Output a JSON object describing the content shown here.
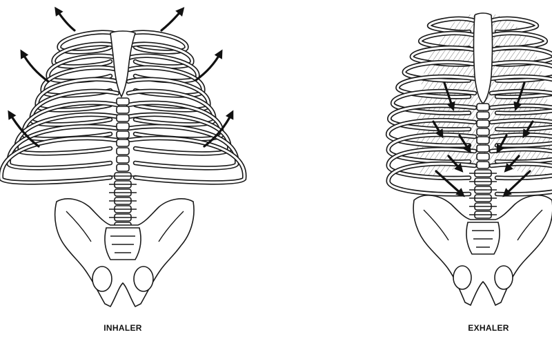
{
  "figures": [
    {
      "id": "inhale",
      "label": "INHALER"
    },
    {
      "id": "exhale",
      "label": "EXHALER"
    }
  ]
}
